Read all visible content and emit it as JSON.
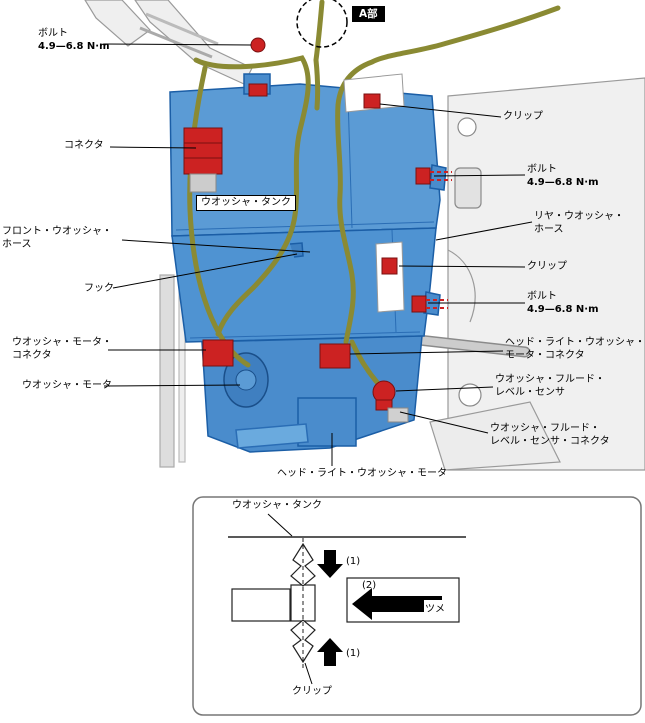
{
  "colors": {
    "tank_blue": "#5b9bd5",
    "tank_blue_dark": "#1b5ea6",
    "hose_olive": "#8a8a33",
    "part_red": "#cc2222",
    "body_gray": "#e9e9e9",
    "line_black": "#000000"
  },
  "callouts": {
    "bolt_top": {
      "label": "ボルト",
      "torque": "4.9—6.8 N·m"
    },
    "section_a": {
      "label": "A部"
    },
    "connector": {
      "label": "コネクタ"
    },
    "clip_top": {
      "label": "クリップ"
    },
    "bolt_right_upper": {
      "label": "ボルト",
      "torque": "4.9—6.8 N·m"
    },
    "washer_tank": {
      "label": "ウオッシャ・タンク"
    },
    "rear_washer_hose": {
      "line1": "リヤ・ウオッシャ・",
      "line2": "ホース"
    },
    "front_washer_hose": {
      "line1": "フロント・ウオッシャ・",
      "line2": "ホース"
    },
    "clip_middle": {
      "label": "クリップ"
    },
    "hook": {
      "label": "フック"
    },
    "bolt_right_lower": {
      "label": "ボルト",
      "torque": "4.9—6.8 N·m"
    },
    "washer_motor_connector": {
      "line1": "ウオッシャ・モータ・",
      "line2": "コネクタ"
    },
    "headlight_washer_motor_connector": {
      "line1": "ヘッド・ライト・ウオッシャ・",
      "line2": "モータ・コネクタ"
    },
    "washer_motor": {
      "label": "ウオッシャ・モータ"
    },
    "washer_fluid_level_sensor": {
      "line1": "ウオッシャ・フルード・",
      "line2": "レベル・センサ"
    },
    "washer_fluid_level_sensor_connector": {
      "line1": "ウオッシャ・フルード・",
      "line2": "レベル・センサ・コネクタ"
    },
    "headlight_washer_motor": {
      "label": "ヘッド・ライト・ウオッシャ・モータ"
    }
  },
  "inset": {
    "washer_tank": "ウオッシャ・タンク",
    "marker_top": "(1)",
    "marker_push": "(2)",
    "tab": "ツメ",
    "marker_bottom": "(1)",
    "clip": "クリップ"
  }
}
